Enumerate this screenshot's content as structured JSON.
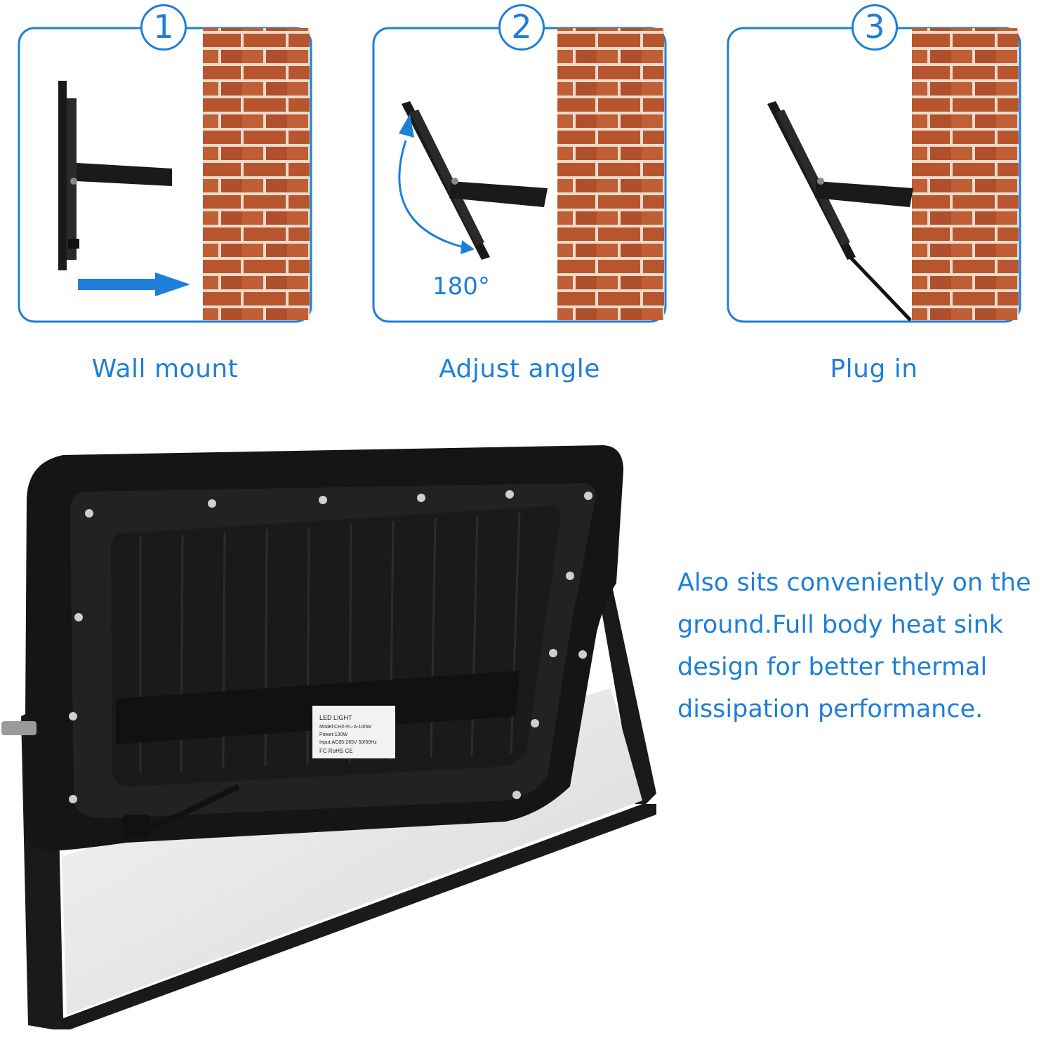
{
  "steps": [
    {
      "number": "1",
      "caption": "Wall mount"
    },
    {
      "number": "2",
      "caption": "Adjust angle"
    },
    {
      "number": "3",
      "caption": "Plug in"
    }
  ],
  "angle_label": "180°",
  "description": {
    "line1": "Also sits conveniently on the",
    "line2": "ground.Full body heat sink",
    "line3": "design for better thermal",
    "line4": "dissipation performance."
  },
  "product_label": {
    "title": "LED LIGHT",
    "model": "Model:CHX-FL-A-100W",
    "power": "Power:100W",
    "input": "Input:AC85-265V 50/60Hz",
    "marks": "FC  RoHS  CE"
  },
  "colors": {
    "accent": "#1e7fd8",
    "brick": "#b7552f",
    "mortar": "#e9dccd",
    "fixture": "#1a1a1a"
  },
  "icons": [
    "arrow-right-icon",
    "curved-arrow-icon"
  ]
}
